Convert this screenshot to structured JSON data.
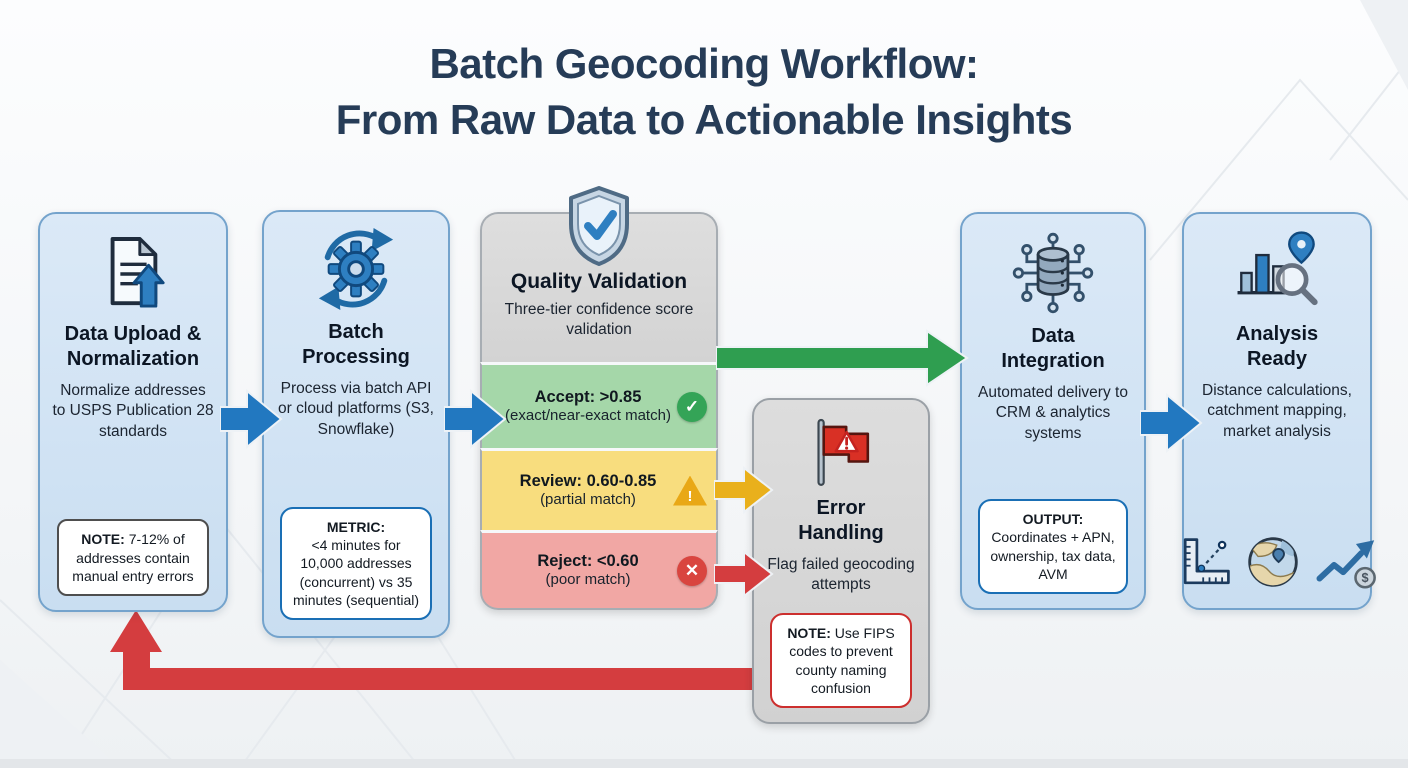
{
  "title": {
    "line1": "Batch Geocoding Workflow:",
    "line2": "From Raw Data to Actionable Insights"
  },
  "colors": {
    "title_text": "#263c57",
    "node_blue_fill": "#d3e3f4",
    "node_blue_border": "#74a3cc",
    "node_gray_fill": "#d8d8d8",
    "accept_green_fill": "#a5d7a9",
    "review_yellow_fill": "#f8dd7e",
    "reject_red_fill": "#f1a7a4",
    "arrow_blue": "#2278c0",
    "arrow_green": "#2f9e50",
    "arrow_yellow": "#e9b01c",
    "arrow_red": "#d43d3f",
    "callout_blue_border": "#1a6fb5",
    "callout_red_border": "#cc2f2e",
    "callout_gray_border": "#4e4e4e"
  },
  "nodes": {
    "upload": {
      "title": "Data Upload &\nNormalization",
      "body": "Normalize addresses to USPS Publication 28 standards",
      "note": {
        "label": "NOTE:",
        "text": "7-12% of addresses contain manual entry errors"
      }
    },
    "batch": {
      "title": "Batch\nProcessing",
      "body": "Process via batch API or cloud platforms (S3, Snowflake)",
      "metric": {
        "label": "METRIC:",
        "text": "<4 minutes for 10,000 addresses (concurrent) vs 35 minutes (sequential)"
      }
    },
    "quality": {
      "title": "Quality Validation",
      "subtitle": "Three-tier confidence score validation",
      "tiers": [
        {
          "label": "Accept: >0.85",
          "sub": "(exact/near-exact match)",
          "badge": "✓"
        },
        {
          "label": "Review: 0.60-0.85",
          "sub": "(partial match)",
          "badge": "!"
        },
        {
          "label": "Reject: <0.60",
          "sub": "(poor match)",
          "badge": "✕"
        }
      ]
    },
    "error": {
      "title": "Error\nHandling",
      "body": "Flag failed geocoding attempts",
      "note": {
        "label": "NOTE:",
        "text": "Use FIPS codes to prevent county naming confusion"
      }
    },
    "integration": {
      "title": "Data\nIntegration",
      "body": "Automated delivery to CRM & analytics systems",
      "output": {
        "label": "OUTPUT:",
        "text": "Coordinates + APN, ownership, tax data, AVM"
      }
    },
    "analysis": {
      "title": "Analysis\nReady",
      "body": "Distance calculations, catchment mapping, market analysis",
      "mini_icons": [
        "ruler-distance-icon",
        "globe-map-icon",
        "trend-dollar-icon"
      ]
    }
  },
  "glyphs": {
    "dollar": "$"
  }
}
